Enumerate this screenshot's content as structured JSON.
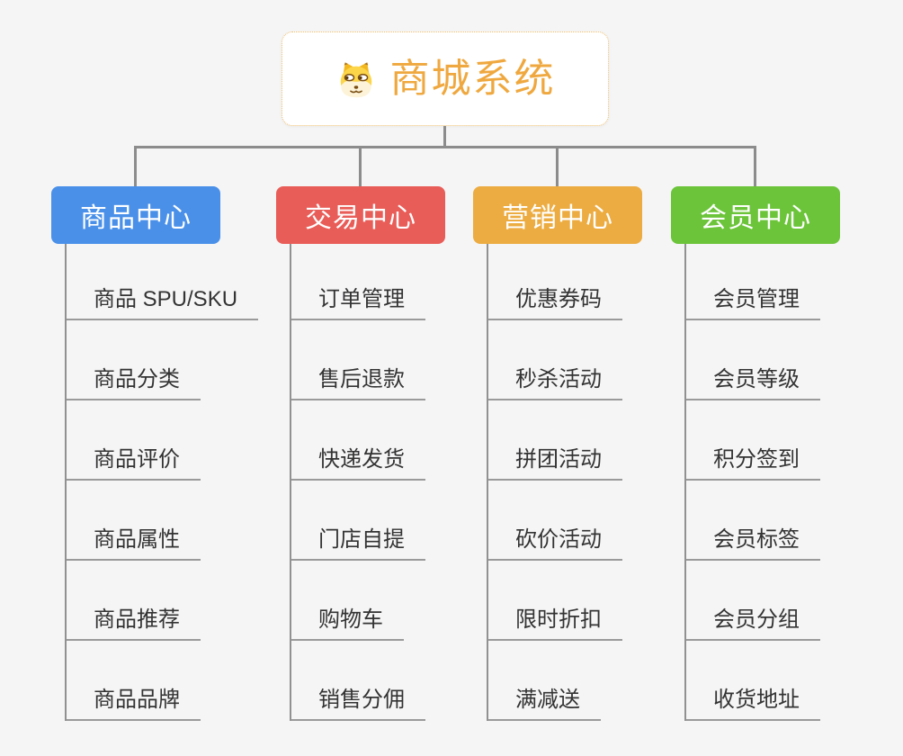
{
  "root": {
    "title": "商城系统",
    "icon": "doge-icon"
  },
  "colors": {
    "root_title": "#efa83f",
    "root_border": "#efbe6b",
    "connector": "#8c8c8c",
    "underline": "#9a9a9a",
    "item_text": "#333333",
    "background": "#f5f5f6"
  },
  "branches": [
    {
      "label": "商品中心",
      "color": "#4a90e9",
      "items": [
        "商品 SPU/SKU",
        "商品分类",
        "商品评价",
        "商品属性",
        "商品推荐",
        "商品品牌"
      ]
    },
    {
      "label": "交易中心",
      "color": "#e95d58",
      "items": [
        "订单管理",
        "售后退款",
        "快递发货",
        "门店自提",
        "购物车",
        "销售分佣"
      ]
    },
    {
      "label": "营销中心",
      "color": "#ecac41",
      "items": [
        "优惠券码",
        "秒杀活动",
        "拼团活动",
        "砍价活动",
        "限时折扣",
        "满减送"
      ]
    },
    {
      "label": "会员中心",
      "color": "#6cc43a",
      "items": [
        "会员管理",
        "会员等级",
        "积分签到",
        "会员标签",
        "会员分组",
        "收货地址"
      ]
    }
  ]
}
